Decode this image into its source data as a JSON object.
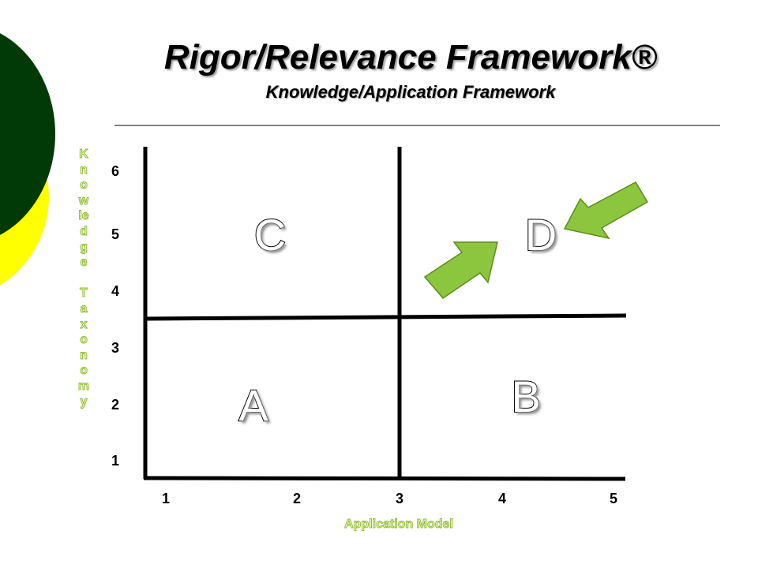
{
  "title": "Rigor/Relevance Framework®",
  "subtitle": "Knowledge/Application Framework",
  "y_axis": {
    "label_lines": [
      "K",
      "n",
      "o",
      "w",
      "le",
      "d",
      "g",
      "e",
      "",
      "T",
      "a",
      "x",
      "o",
      "n",
      "o",
      "m",
      "y"
    ],
    "ticks": [
      "1",
      "2",
      "3",
      "4",
      "5",
      "6"
    ]
  },
  "x_axis": {
    "label": "Application Model",
    "ticks": [
      "1",
      "2",
      "3",
      "4",
      "5"
    ]
  },
  "quadrants": {
    "a": "A",
    "b": "B",
    "c": "C",
    "d": "D"
  },
  "colors": {
    "dark_green": "#013a07",
    "yellow": "#ffff00",
    "arrow_green": "#8cc63f",
    "label_green": "#8cba2c"
  },
  "icons": [
    "arrow-up-right-icon",
    "arrow-down-left-icon"
  ]
}
